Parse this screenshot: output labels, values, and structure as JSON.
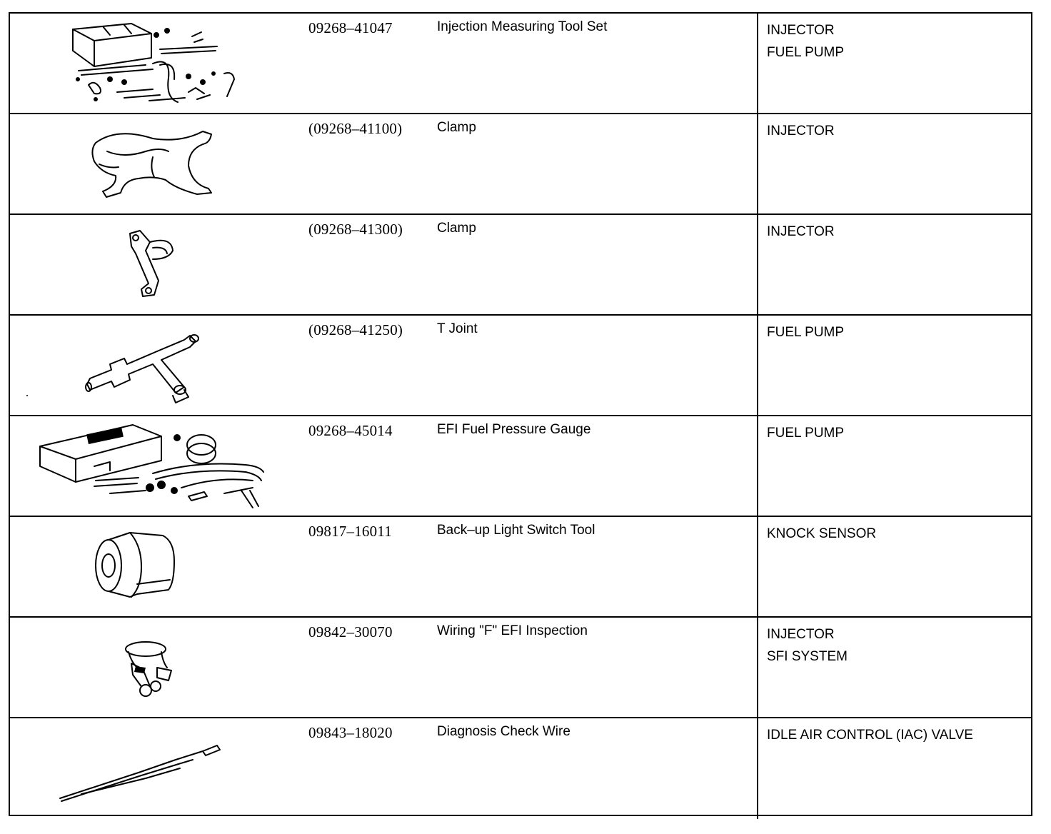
{
  "table": {
    "rows": [
      {
        "part_no": "09268–41047",
        "name": "Injection Measuring Tool Set",
        "uses": [
          "INJECTOR",
          "FUEL PUMP"
        ],
        "icon": "tool-set-icon"
      },
      {
        "part_no": "(09268–41100)",
        "name": "Clamp",
        "uses": [
          "INJECTOR"
        ],
        "icon": "clamp-icon"
      },
      {
        "part_no": "(09268–41300)",
        "name": "Clamp",
        "uses": [
          "INJECTOR"
        ],
        "icon": "small-clamp-icon"
      },
      {
        "part_no": "(09268–41250)",
        "name": "T Joint",
        "uses": [
          "FUEL PUMP"
        ],
        "icon": "t-joint-icon"
      },
      {
        "part_no": "09268–45014",
        "name": "EFI Fuel Pressure Gauge",
        "uses": [
          "FUEL PUMP"
        ],
        "icon": "pressure-gauge-kit-icon"
      },
      {
        "part_no": "09817–16011",
        "name": "Back–up Light Switch Tool",
        "uses": [
          "KNOCK SENSOR"
        ],
        "icon": "socket-tool-icon"
      },
      {
        "part_no": "09842–30070",
        "name": "Wiring \"F\" EFI Inspection",
        "uses": [
          "INJECTOR",
          "SFI SYSTEM"
        ],
        "icon": "wiring-harness-icon"
      },
      {
        "part_no": "09843–18020",
        "name": "Diagnosis Check Wire",
        "uses": [
          "IDLE AIR CONTROL (IAC) VALVE"
        ],
        "icon": "check-wire-icon"
      }
    ]
  }
}
